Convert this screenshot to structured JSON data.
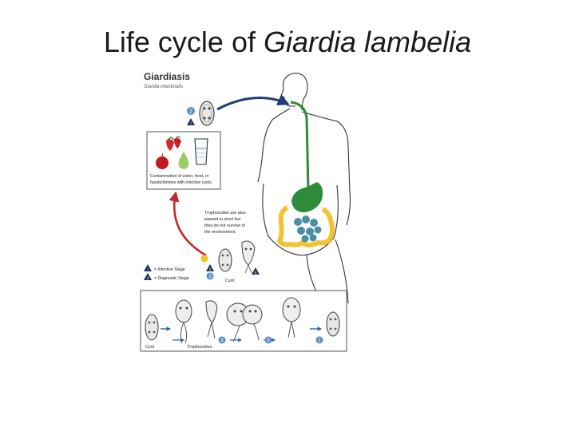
{
  "slide": {
    "title_plain": "Life cycle of ",
    "title_italic": "Giardia lambelia"
  },
  "diagram": {
    "heading": "Giardiasis",
    "subheading": "Giardia intestinalis",
    "food_caption_line1": "Contamination of water, food, or",
    "food_caption_line2": "hands/fomites with infective cysts.",
    "troph_note_line1": "Trophozoites are also",
    "troph_note_line2": "passed in stool but",
    "troph_note_line3": "they do not survive in",
    "troph_note_line4": "the environment.",
    "legend_infective": "= Infective Stage",
    "legend_diagnostic": "= Diagnostic Stage",
    "label_cyst_mid": "Cyst",
    "label_cyst_bottom": "Cyst",
    "label_trophozoites": "Trophozoites",
    "step_1": "1",
    "step_2": "2",
    "step_3": "3",
    "step_4": "4",
    "step_5": "5",
    "marker_i": "i",
    "marker_d": "d",
    "colors": {
      "ingestion_arrow": "#1f3b7a",
      "return_arrow": "#c62828",
      "esophagus": "#2e8b3a",
      "stomach": "#2e8b3a",
      "large_intestine": "#f2c230",
      "small_intestine": "#4a8ea8",
      "step_badge": "#5b8fc9"
    }
  }
}
